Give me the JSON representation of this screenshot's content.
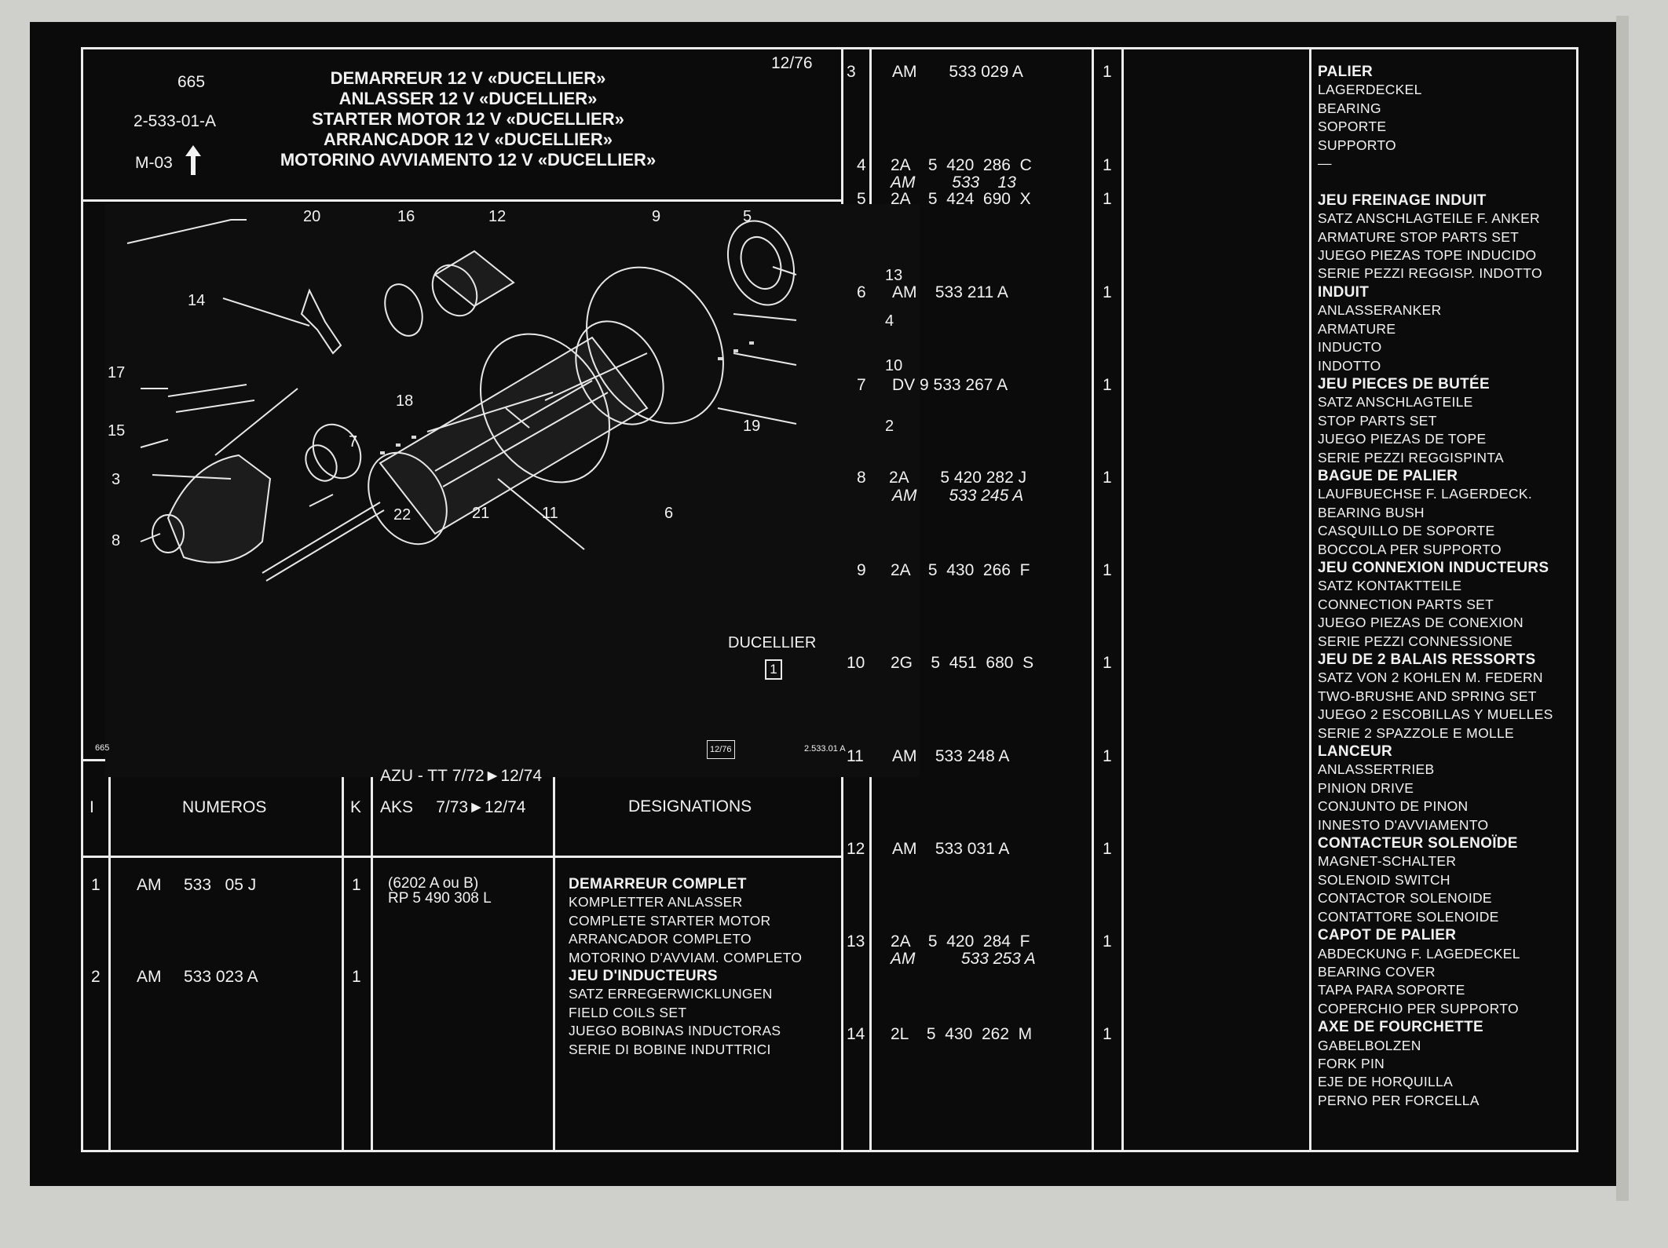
{
  "header": {
    "page_num": "665",
    "group_code": "2-533-01-A",
    "mod_code": "M-03",
    "arrow_icon": "up-arrow-icon",
    "date": "12/76",
    "titles": [
      "DEMARREUR 12 V «DUCELLIER»",
      "ANLASSER 12 V «DUCELLIER»",
      "STARTER MOTOR 12 V «DUCELLIER»",
      "ARRANCADOR 12 V «DUCELLIER»",
      "MOTORINO AVVIAMENTO 12 V «DUCELLIER»"
    ]
  },
  "diagram": {
    "brand": "DUCELLIER",
    "brand_box": "1",
    "footer_left": "665",
    "footer_mid": "12/76",
    "footer_right": "2.533.01 A",
    "labels": [
      "20",
      "16",
      "12",
      "9",
      "5",
      "13",
      "4",
      "10",
      "14",
      "17",
      "18",
      "15",
      "19",
      "2",
      "3",
      "7",
      "8",
      "22",
      "21",
      "11",
      "6"
    ]
  },
  "columns": {
    "index": "I",
    "numbers": "NUMEROS",
    "k": "K",
    "model_line1_a": "AZU - TT",
    "model_line1_b": "7/72►12/74",
    "model_line2_a": "AKS",
    "model_line2_b": "7/73►12/74",
    "designations": "DESIGNATIONS"
  },
  "rows_left": [
    {
      "idx": "1",
      "pfx": "AM",
      "num": "533   05 J",
      "k": "1",
      "note1": "(6202 A ou B)",
      "note2": "RP 5 490 308 L",
      "title": "DEMARREUR COMPLET",
      "desc": [
        "KOMPLETTER ANLASSER",
        "COMPLETE STARTER MOTOR",
        "ARRANCADOR COMPLETO",
        "MOTORINO D'AVVIAM. COMPLETO"
      ]
    },
    {
      "idx": "2",
      "pfx": "AM",
      "num": "533 023 A",
      "k": "1",
      "title": "JEU D'INDUCTEURS",
      "desc": [
        "SATZ ERREGERWICKLUNGEN",
        "FIELD COILS SET",
        "JUEGO BOBINAS INDUCTORAS",
        "SERIE DI BOBINE INDUTTRICI"
      ]
    }
  ],
  "rows_right": [
    {
      "idx": "3",
      "num": "AM       533 029 A",
      "k": "1",
      "title": "PALIER",
      "desc": [
        "LAGERDECKEL",
        "BEARING",
        "SOPORTE",
        "SUPPORTO",
        "—"
      ]
    },
    {
      "idx": "4",
      "num": "2A    5  420  286  C",
      "alt": "AM        533    13",
      "k": "1"
    },
    {
      "idx": "5",
      "num": "2A    5  424  690  X",
      "k": "1",
      "title": "JEU FREINAGE INDUIT",
      "desc": [
        "SATZ ANSCHLAGTEILE F. ANKER",
        "ARMATURE STOP PARTS SET",
        "JUEGO PIEZAS TOPE INDUCIDO",
        "SERIE PEZZI REGGISP. INDOTTO"
      ]
    },
    {
      "idx": "6",
      "num": "AM    533 211 A",
      "k": "1",
      "title": "INDUIT",
      "desc": [
        "ANLASSERANKER",
        "ARMATURE",
        "INDUCTO",
        "INDOTTO"
      ]
    },
    {
      "idx": "7",
      "num": "DV 9 533 267 A",
      "k": "1",
      "title": "JEU PIECES DE BUTÉE",
      "desc": [
        "SATZ ANSCHLAGTEILE",
        "STOP PARTS SET",
        "JUEGO PIEZAS DE TOPE",
        "SERIE PEZZI REGGISPINTA"
      ]
    },
    {
      "idx": "8",
      "num": "2A       5 420 282 J",
      "alt": "AM       533 245 A",
      "k": "1",
      "title": "BAGUE DE PALIER",
      "desc": [
        "LAUFBUECHSE F. LAGERDECK.",
        "BEARING BUSH",
        "CASQUILLO DE SOPORTE",
        "BOCCOLA PER SUPPORTO"
      ]
    },
    {
      "idx": "9",
      "num": "2A    5  430  266  F",
      "k": "1",
      "title": "JEU CONNEXION INDUCTEURS",
      "desc": [
        "SATZ KONTAKTTEILE",
        "CONNECTION PARTS SET",
        "JUEGO PIEZAS DE CONEXION",
        "SERIE PEZZI CONNESSIONE"
      ]
    },
    {
      "idx": "10",
      "num": "2G    5  451  680  S",
      "k": "1",
      "title": "JEU DE 2 BALAIS RESSORTS",
      "desc": [
        "SATZ VON 2 KOHLEN M. FEDERN",
        "TWO-BRUSHE AND SPRING SET",
        "JUEGO 2 ESCOBILLAS Y MUELLES",
        "SERIE 2 SPAZZOLE E MOLLE"
      ]
    },
    {
      "idx": "11",
      "num": "AM    533 248 A",
      "k": "1",
      "title": "LANCEUR",
      "desc": [
        "ANLASSERTRIEB",
        "PINION DRIVE",
        "CONJUNTO DE PINON",
        "INNESTO D'AVVIAMENTO"
      ]
    },
    {
      "idx": "12",
      "num": "AM    533 031 A",
      "k": "1",
      "title": "CONTACTEUR SOLENOÏDE",
      "desc": [
        "MAGNET-SCHALTER",
        "SOLENOID SWITCH",
        "CONTACTOR SOLENOIDE",
        "CONTATTORE SOLENOIDE"
      ]
    },
    {
      "idx": "13",
      "num": "2A    5  420  284  F",
      "alt": "AM          533 253 A",
      "k": "1",
      "title": "CAPOT DE PALIER",
      "desc": [
        "ABDECKUNG F. LAGEDECKEL",
        "BEARING COVER",
        "TAPA PARA SOPORTE",
        "COPERCHIO PER SUPPORTO"
      ]
    },
    {
      "idx": "14",
      "num": "2L    5  430  262  M",
      "k": "1",
      "title": "AXE DE FOURCHETTE",
      "desc": [
        "GABELBOLZEN",
        "FORK PIN",
        "EJE DE HORQUILLA",
        "PERNO PER FORCELLA"
      ]
    }
  ]
}
